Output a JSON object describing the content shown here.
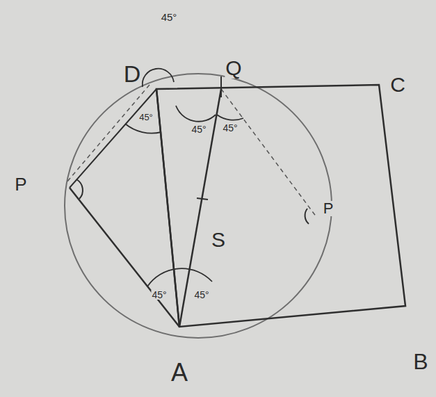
{
  "diagram": {
    "labels": [
      "D",
      "45°",
      "Q",
      "C",
      "45°",
      "45°",
      "45°",
      "P",
      "P",
      "S",
      "45°",
      "45°",
      "A",
      "B"
    ]
  }
}
